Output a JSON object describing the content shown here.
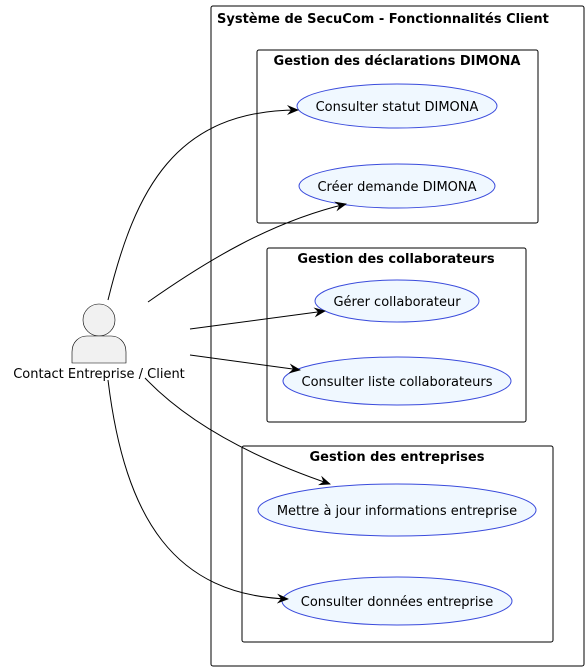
{
  "system": {
    "title": "Système de SecuCom - Fonctionnalités Client"
  },
  "actor": {
    "label": "Contact Entreprise / Client",
    "icon": "user-icon"
  },
  "packages": [
    {
      "title": "Gestion des déclarations DIMONA",
      "use_cases": [
        "Consulter statut DIMONA",
        "Créer demande DIMONA"
      ]
    },
    {
      "title": "Gestion des collaborateurs",
      "use_cases": [
        "Gérer collaborateur",
        "Consulter liste collaborateurs"
      ]
    },
    {
      "title": "Gestion des entreprises",
      "use_cases": [
        "Mettre à jour informations entreprise",
        "Consulter données entreprise"
      ]
    }
  ],
  "colors": {
    "use_case_fill": "#f0f8ff",
    "use_case_border": "#3a4bdc",
    "actor_fill": "#f1f1f1",
    "frame_stroke": "#000000",
    "arrow": "#000000"
  }
}
